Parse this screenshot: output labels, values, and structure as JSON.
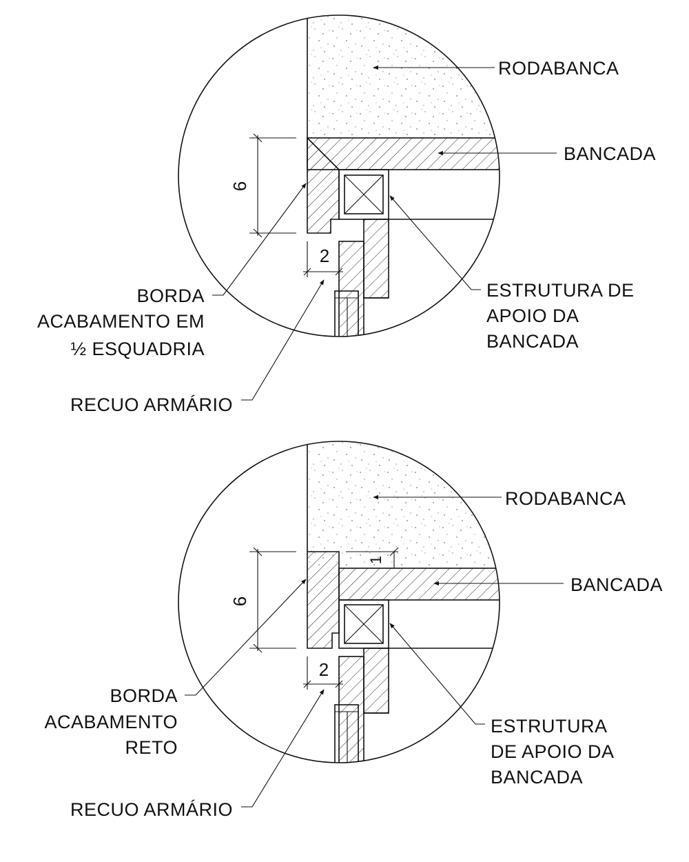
{
  "details": [
    {
      "id": "detail-1",
      "labels": {
        "rodabanca": "RODABANCA",
        "bancada": "BANCADA",
        "estrutura": [
          "ESTRUTURA DE",
          "APOIO DA",
          "BANCADA"
        ],
        "borda": [
          "BORDA",
          "ACABAMENTO EM",
          "½ ESQUADRIA"
        ],
        "recuo": "RECUO ARMÁRIO"
      },
      "dimensions": {
        "height": "6",
        "setback": "2"
      }
    },
    {
      "id": "detail-2",
      "labels": {
        "rodabanca": "RODABANCA",
        "bancada": "BANCADA",
        "estrutura": [
          "ESTRUTURA",
          "DE APOIO DA",
          "BANCADA"
        ],
        "borda": [
          "BORDA",
          "ACABAMENTO",
          "RETO"
        ],
        "recuo": "RECUO ARMÁRIO"
      },
      "dimensions": {
        "height": "6",
        "setback": "2",
        "top_offset": "1"
      }
    }
  ]
}
